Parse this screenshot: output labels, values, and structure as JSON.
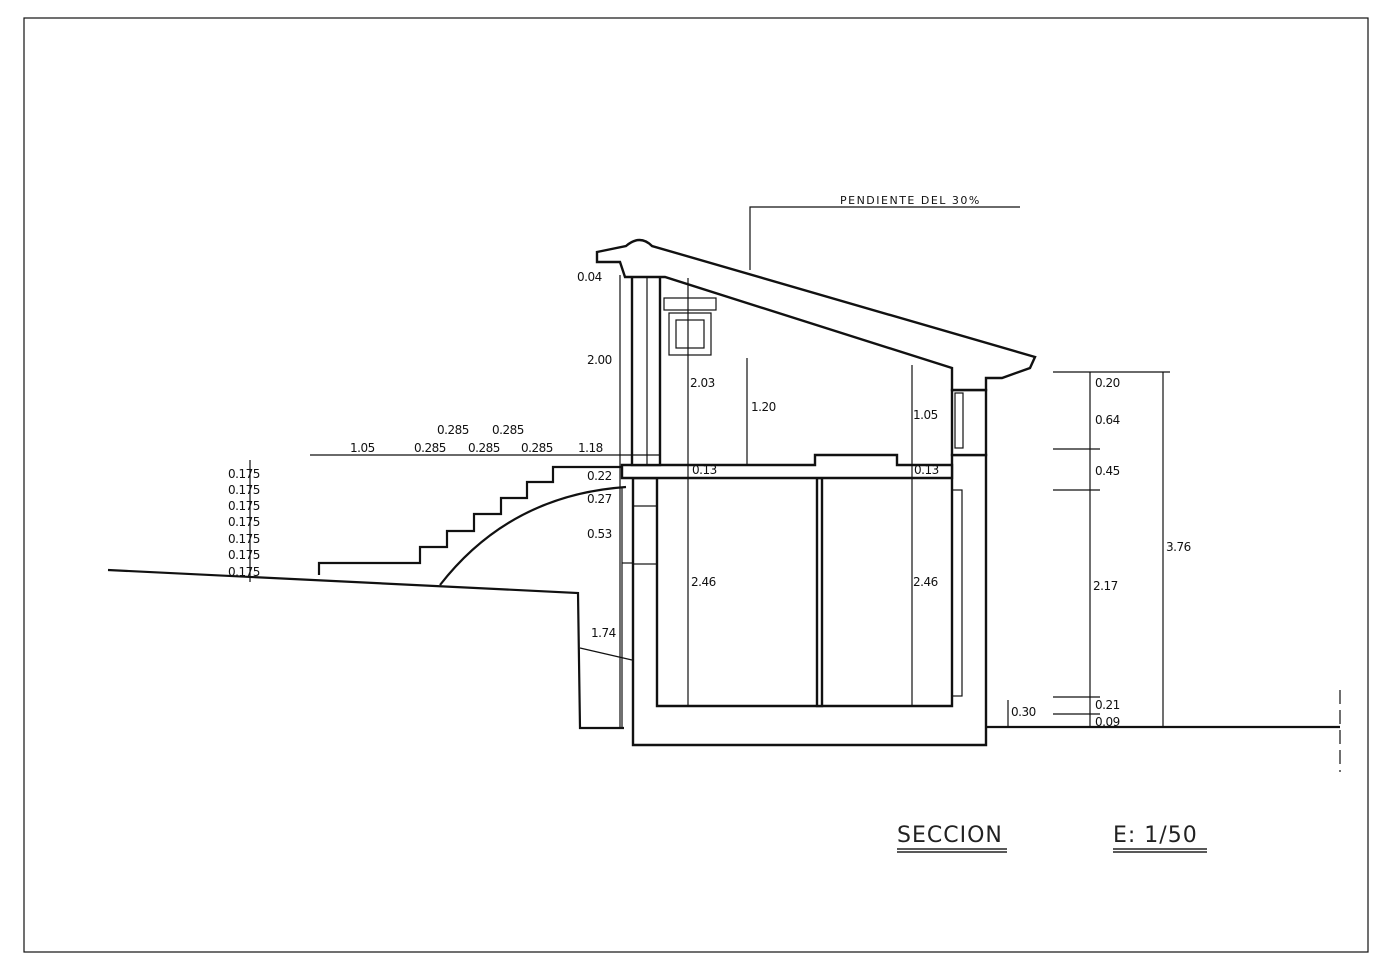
{
  "drawing": {
    "title": "SECCION",
    "scale": "E: 1/50",
    "roof_note": "PENDIENTE   DEL  30%"
  },
  "dimensions": {
    "stair_risers": [
      "0.175",
      "0.175",
      "0.175",
      "0.175",
      "0.175",
      "0.175",
      "0.175"
    ],
    "stair_horizontal": [
      "1.05",
      "0.285",
      "0.285",
      "0.285",
      "0.285",
      "0.285",
      "1.18"
    ],
    "left_vertical": [
      "0.04",
      "2.00",
      "0.22",
      "0.27",
      "0.53",
      "1.74"
    ],
    "upper_interior": [
      "2.03",
      "1.20",
      "1.05",
      "0.13",
      "0.13"
    ],
    "lower_interior": [
      "2.46",
      "2.46"
    ],
    "right_vertical": [
      "0.20",
      "0.64",
      "0.45",
      "2.17",
      "0.21",
      "0.09",
      "3.76",
      "0.30"
    ]
  }
}
